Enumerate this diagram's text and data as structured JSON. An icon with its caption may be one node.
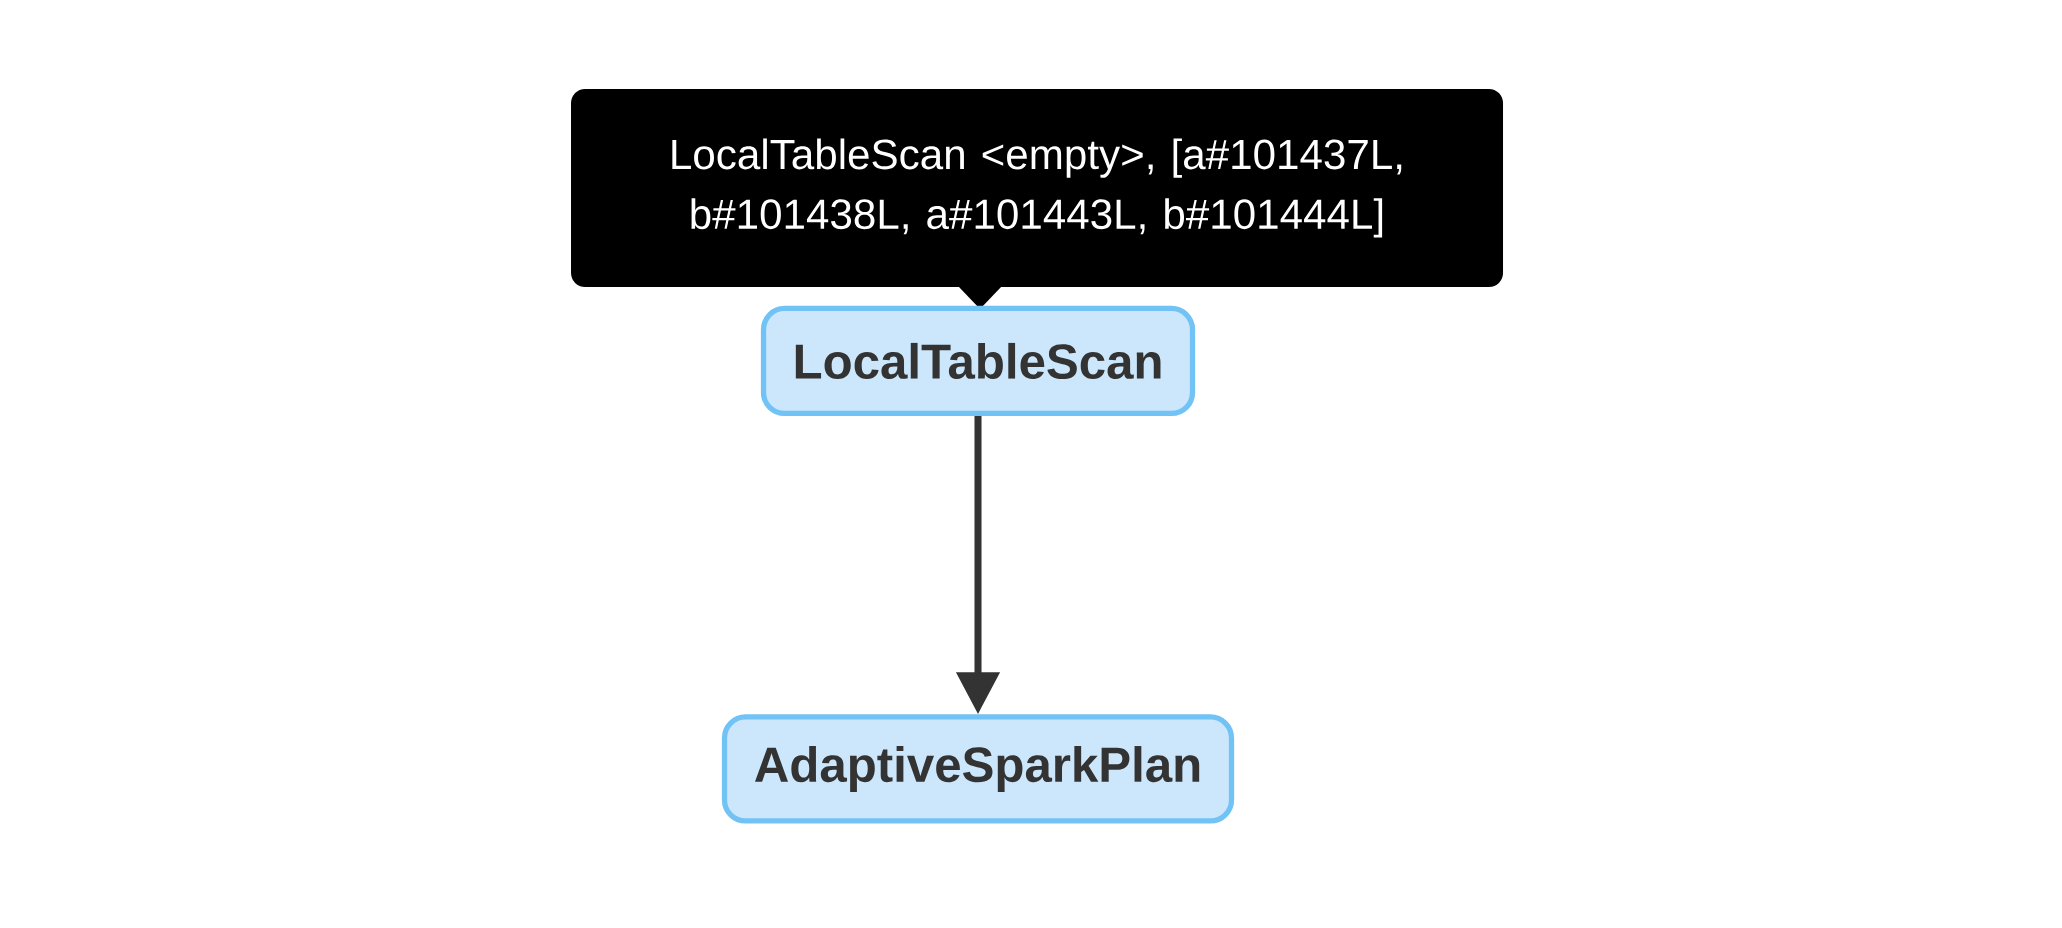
{
  "diagram": {
    "nodes": [
      {
        "text": [
          "LocalTableScan <empty>, [a#101437L, b#101438L, a#101443L, b#101444L]"
        ]
      },
      {
        "text": [
          "LocalTableScan"
        ]
      },
      {
        "text": [
          "AdaptiveSparkPlan"
        ]
      }
    ],
    "edges": [
      {
        "from": 1,
        "to": 2,
        "arrow": "to"
      }
    ]
  }
}
